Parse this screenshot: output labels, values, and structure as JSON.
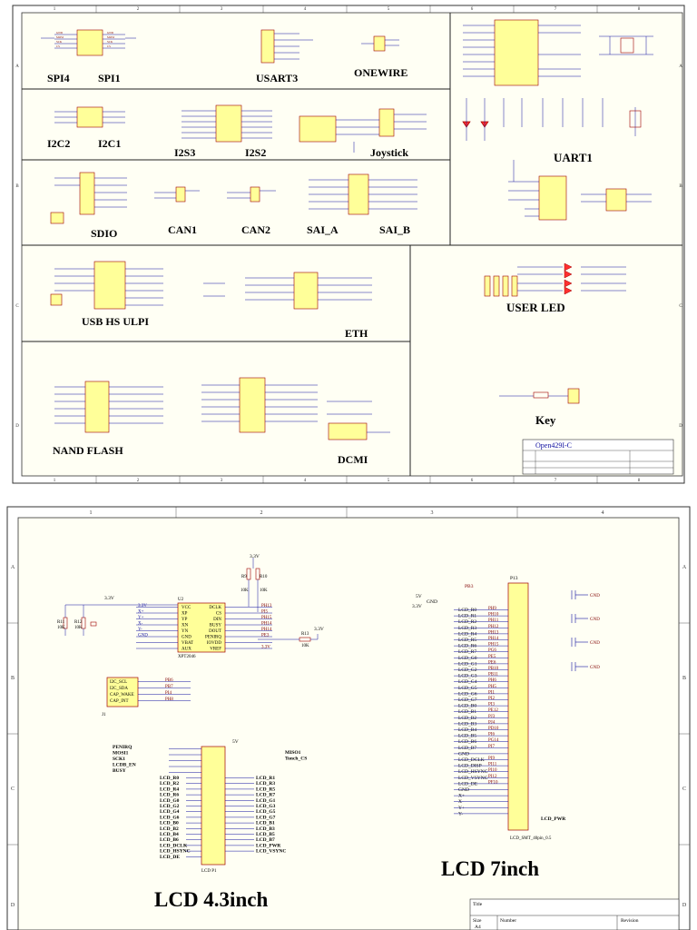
{
  "top_sheet": {
    "col_numbers": [
      "1",
      "2",
      "3",
      "4",
      "5",
      "6",
      "7",
      "8"
    ],
    "row_letters": [
      "A",
      "B",
      "C",
      "D"
    ],
    "section_labels": {
      "spi4": "SPI4",
      "spi1": "SPI1",
      "usart3": "USART3",
      "onewire": "ONEWIRE",
      "i2c2": "I2C2",
      "i2c1": "I2C1",
      "i2s3": "I2S3",
      "i2s2": "I2S2",
      "joystick": "Joystick",
      "uart1": "UART1",
      "sdio": "SDIO",
      "can1": "CAN1",
      "can2": "CAN2",
      "sai_a": "SAI_A",
      "sai_b": "SAI_B",
      "usb_hs_ulpi": "USB HS ULPI",
      "eth": "ETH",
      "user_led": "USER LED",
      "nand_flash": "NAND FLASH",
      "dcmi": "DCMI",
      "key": "Key"
    },
    "title_block": {
      "name": "Open429I-C"
    }
  },
  "bottom_sheet": {
    "col_numbers": [
      "1",
      "2",
      "3",
      "4"
    ],
    "row_letters": [
      "A",
      "B",
      "C",
      "D"
    ],
    "lcd43_title": "LCD 4.3inch",
    "lcd7_title": "LCD 7inch",
    "u2": {
      "ref": "U2",
      "part": "XPT2046",
      "left_pins": [
        "VCC",
        "XP",
        "YP",
        "XN",
        "YN",
        "GND",
        "VBAT",
        "AUX"
      ],
      "right_pins": [
        "DCLK",
        "CS",
        "DIN",
        "BUSY",
        "DOUT",
        "PENIRQ",
        "IOVDD",
        "VREF"
      ],
      "left_nets": [
        "3.3V",
        "X+",
        "Y+",
        "X-",
        "Y-",
        "GND",
        "",
        ""
      ],
      "right_nets": [
        "PH13",
        "PI5",
        "PH15",
        "PH14",
        "PH14",
        "PE3",
        "",
        "3.3V"
      ],
      "resistors": [
        "R11",
        "R12",
        "R9",
        "R10",
        "R13"
      ],
      "res_values": [
        "10K",
        "10K",
        "10K",
        "10K",
        "10K"
      ],
      "net_33v": "3.3V"
    },
    "j1": {
      "ref": "J1",
      "pins": [
        "I2C_SCL",
        "I2C_SDA",
        "CAP_WAKE",
        "CAP_INT"
      ],
      "nets": [
        "PB6",
        "PB7",
        "PI4",
        "PH8"
      ]
    },
    "lcd_p1": {
      "ref": "LCD P1",
      "header_nets": [
        "PENIRQ",
        "MOSI1",
        "SCK1",
        "LCDB_EN",
        "BUSY"
      ],
      "header_right": [
        "MISO1",
        "Tonch_CS"
      ],
      "left_labels": [
        "LCD_R0",
        "LCD_R2",
        "LCD_R4",
        "LCD_R6",
        "LCD_G0",
        "LCD_G2",
        "LCD_G4",
        "LCD_G6",
        "LCD_B0",
        "LCD_B2",
        "LCD_B4",
        "LCD_B6",
        "LCD_DCLK",
        "LCD_HSYNC",
        "LCD_DE"
      ],
      "right_labels": [
        "LCD_R1",
        "LCD_R3",
        "LCD_R5",
        "LCD_R7",
        "LCD_G1",
        "LCD_G3",
        "LCD_G5",
        "LCD_G7",
        "LCD_B1",
        "LCD_B3",
        "LCD_B5",
        "LCD_B7",
        "LCD_PWR",
        "LCD_VSYNC"
      ],
      "net_5v": "5V"
    },
    "p13": {
      "ref": "P13",
      "part": "LCD_SMT_40pin_0.5",
      "signals": [
        "LCD_R0",
        "LCD_R1",
        "LCD_R2",
        "LCD_R3",
        "LCD_R4",
        "LCD_R5",
        "LCD_R6",
        "LCD_R7",
        "LCD_G0",
        "LCD_G1",
        "LCD_G2",
        "LCD_G3",
        "LCD_G4",
        "LCD_G5",
        "LCD_G6",
        "LCD_G7",
        "LCD_B0",
        "LCD_B1",
        "LCD_B2",
        "LCD_B3",
        "LCD_B4",
        "LCD_B5",
        "LCD_B6",
        "LCD_B7",
        "GND",
        "LCD_DCLK",
        "LCD_DISP",
        "LCD_HSYNC",
        "LCD_VSYNC",
        "LCD_DE",
        "GND",
        "X+",
        "X-",
        "Y+",
        "Y-"
      ],
      "nets": [
        "PH9",
        "PH10",
        "PH11",
        "PH12",
        "PH13",
        "PH14",
        "PH15",
        "PG6",
        "PE5",
        "PE6",
        "PB10",
        "PB11",
        "PH6",
        "PH5",
        "PI1",
        "PI2",
        "PI3",
        "PE12",
        "PJ3",
        "PJ4",
        "PD10",
        "PI6",
        "PG14",
        "PI7",
        "",
        "PI9",
        "PI11",
        "PI10",
        "PI12",
        "PF10",
        "",
        "",
        "",
        "",
        ""
      ],
      "net_pb3": "PB3",
      "pwr": "LCD_PWR",
      "gnd": "GND",
      "net_5v": "5V",
      "net_33v": "3.3V"
    },
    "title_block": {
      "title": "Title",
      "size": "Size",
      "size_val": "A4",
      "number": "Number",
      "revision": "Revision"
    }
  }
}
